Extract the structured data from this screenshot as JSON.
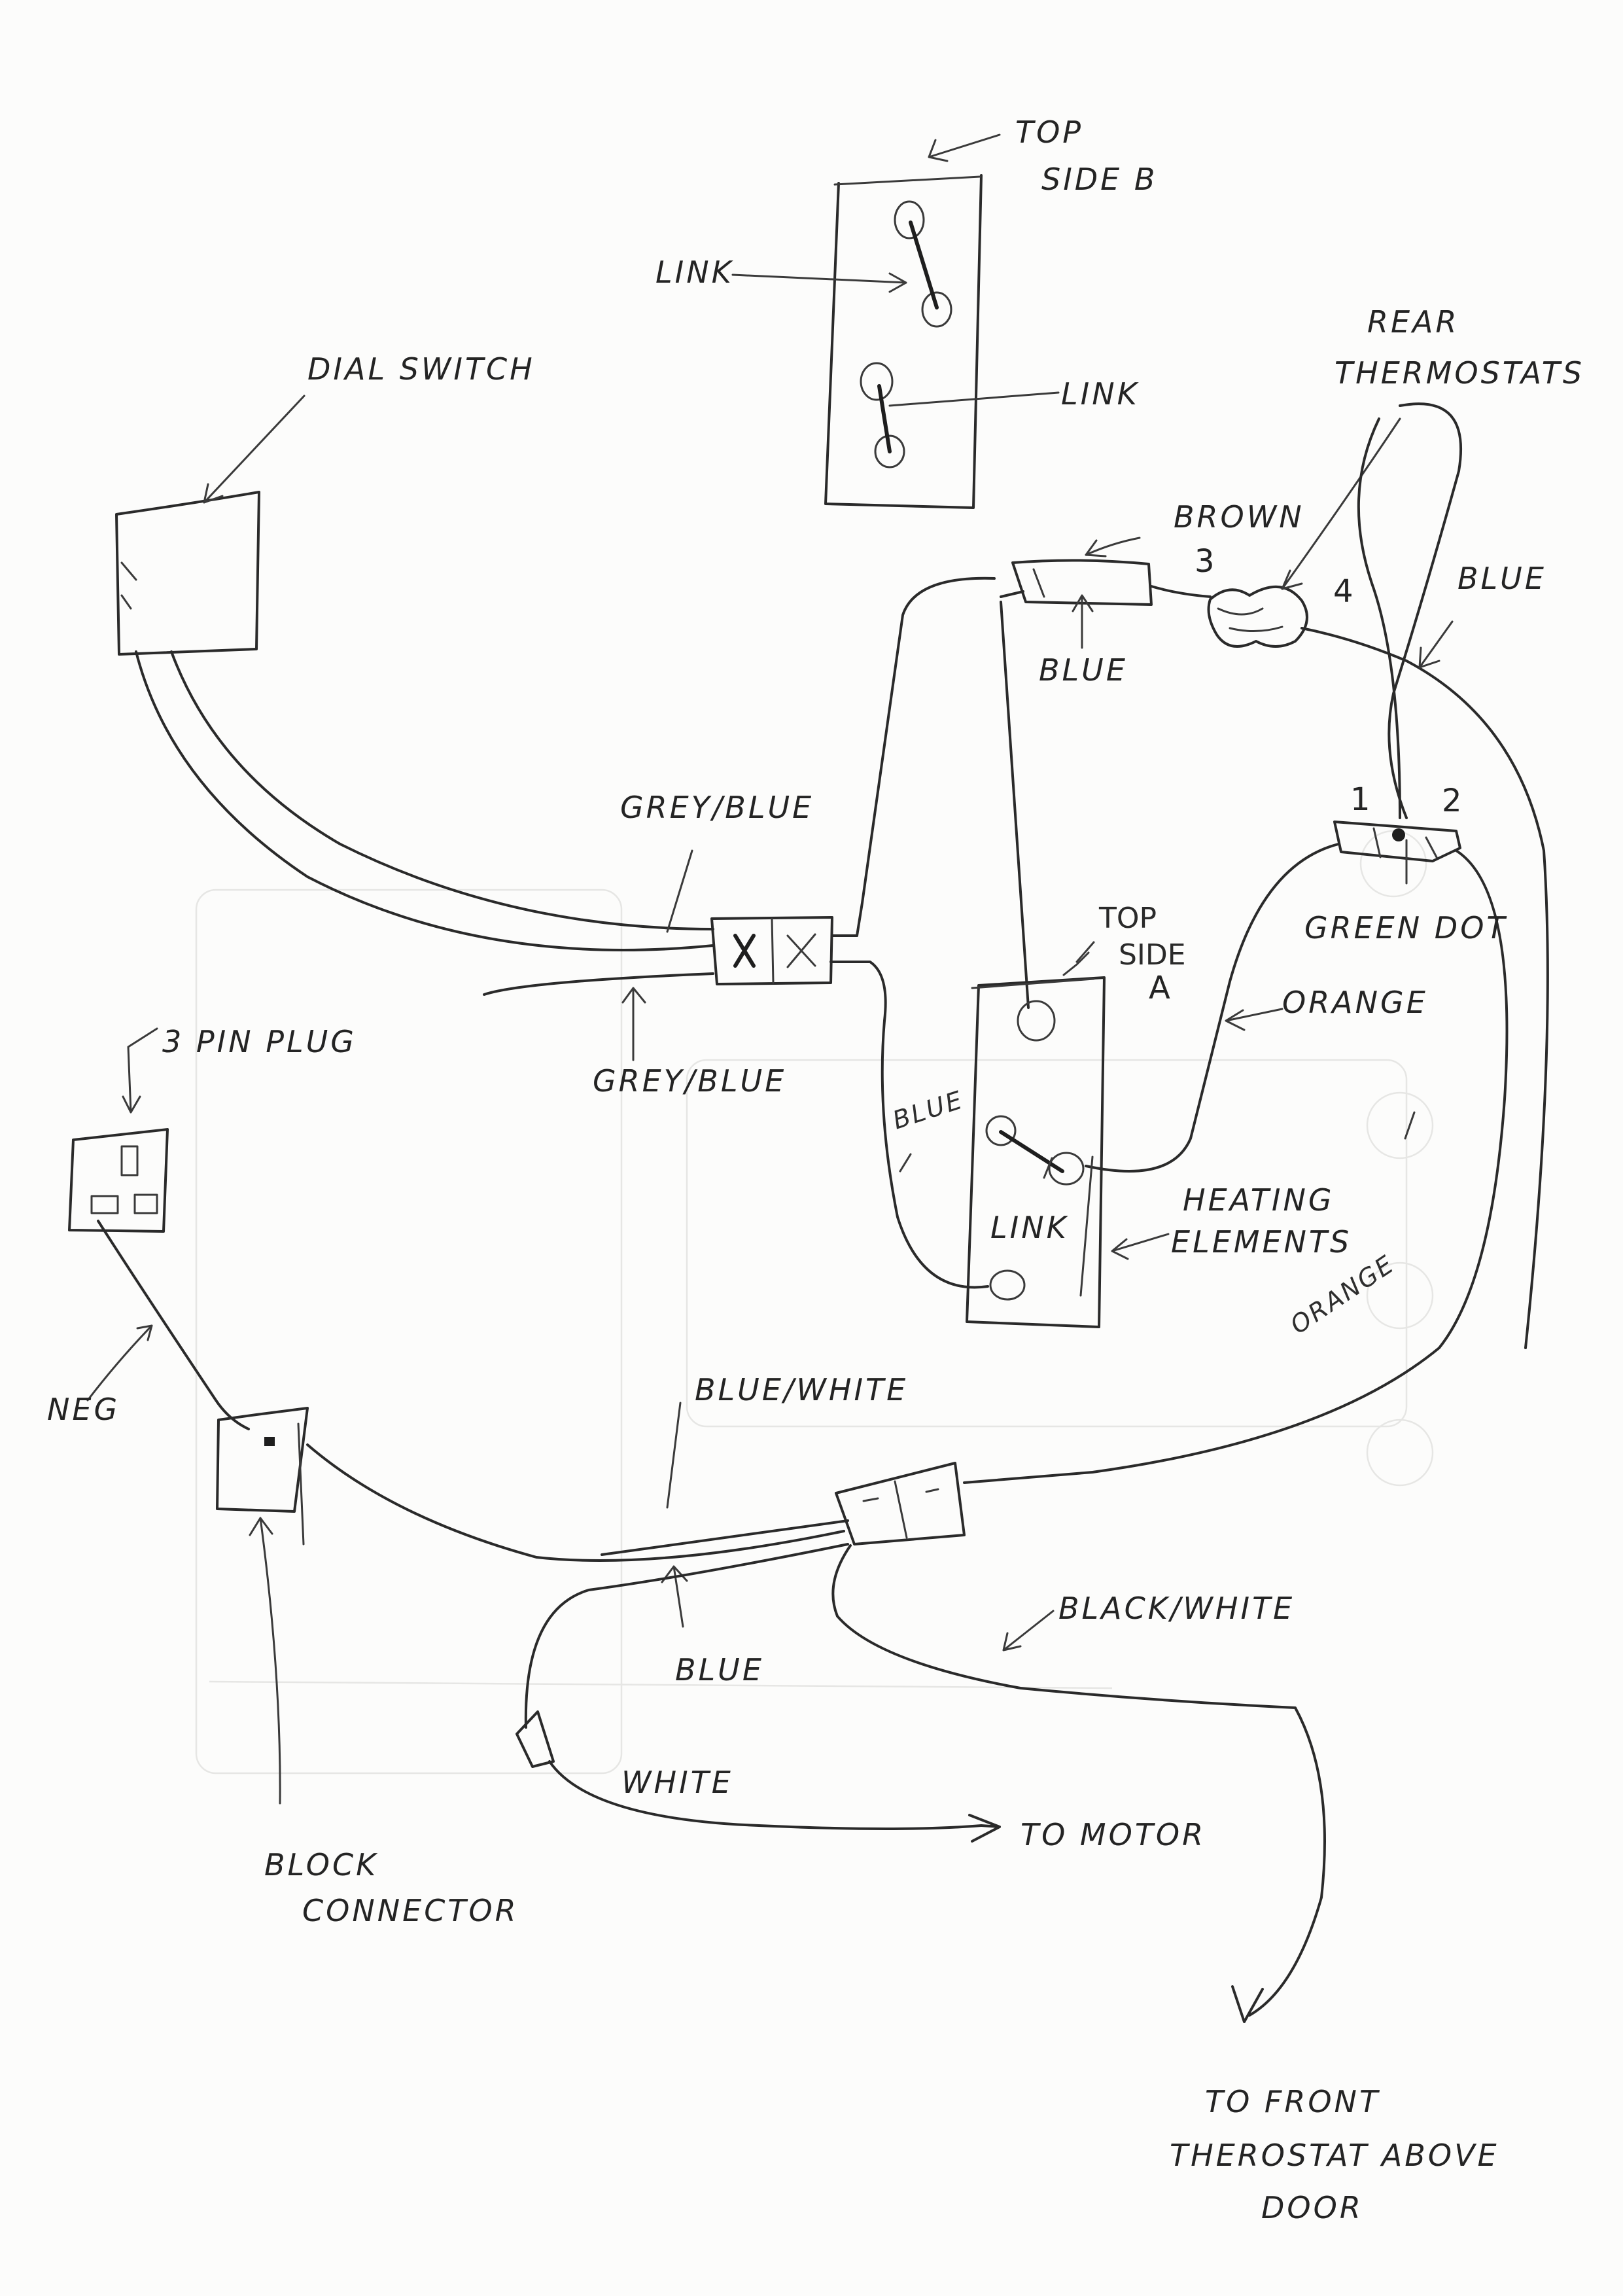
{
  "labels": {
    "top_side_b_1": "TOP",
    "top_side_b_2": "SIDE B",
    "link_upper_left": "LINK",
    "link_upper_right": "LINK",
    "dial_switch": "DIAL SWITCH",
    "rear_thermostats_1": "REAR",
    "rear_thermostats_2": "THERMOSTATS",
    "brown": "BROWN",
    "blue_top": "BLUE",
    "blue_right": "BLUE",
    "terminal_3": "3",
    "terminal_4": "4",
    "terminal_1": "1",
    "terminal_2": "2",
    "green_dot": "GREEN DOT",
    "grey_blue_upper": "GREY/BLUE",
    "grey_blue_lower": "GREY/BLUE",
    "top_side_a_1": "TOP",
    "top_side_a_2": "SIDE",
    "top_side_a_3": "A",
    "orange_upper": "ORANGE",
    "blue_vertical": "BLUE",
    "link_lower": "LINK",
    "heating_elements_1": "HEATING",
    "heating_elements_2": "ELEMENTS",
    "orange_lower": "ORANGE",
    "three_pin_plug": "3 PIN PLUG",
    "neg": "NEG",
    "blue_white": "BLUE/WHITE",
    "blue_lower": "BLUE",
    "black_white": "BLACK/WHITE",
    "white": "WHITE",
    "to_motor": "TO MOTOR",
    "block_connector_1": "BLOCK",
    "block_connector_2": "CONNECTOR",
    "to_front_1": "TO FRONT",
    "to_front_2": "THEROSTAT ABOVE",
    "to_front_3": "DOOR"
  },
  "marks": {
    "x_left": "X",
    "x_right": "X"
  }
}
